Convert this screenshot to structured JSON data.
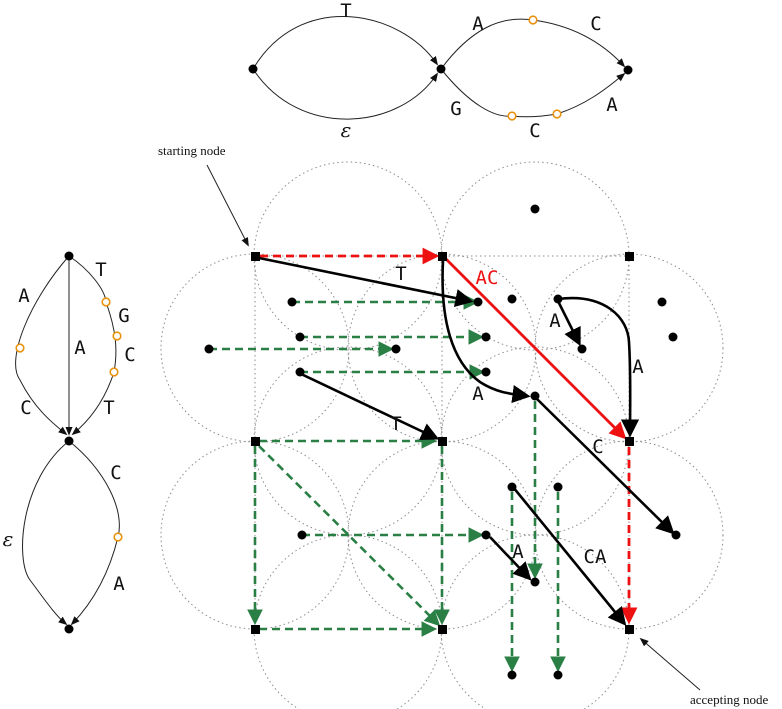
{
  "colors": {
    "red": "#ee1111",
    "green": "#2a7f45",
    "orange": "#e8930f",
    "grid": "#8c8c8c"
  },
  "top_graph": {
    "labels": {
      "t": "T",
      "epsilon": "ε",
      "a": "A",
      "c": "C",
      "g": "G",
      "c2": "C",
      "a2": "A"
    }
  },
  "left_graph": {
    "labels": {
      "a": "A",
      "c": "C",
      "a_mid": "A",
      "t": "T",
      "g": "G",
      "c2": "C",
      "t2": "T",
      "c3": "C",
      "epsilon": "ε",
      "a2": "A"
    }
  },
  "main_graph": {
    "labels": {
      "t1": "T",
      "ac": "AC",
      "a1": "A",
      "a2": "A",
      "a3": "A",
      "t2": "T",
      "c": "C",
      "a4": "A",
      "ca": "CA"
    }
  },
  "annotations": {
    "starting_node": "starting node",
    "accepting_node": "accepting node"
  }
}
